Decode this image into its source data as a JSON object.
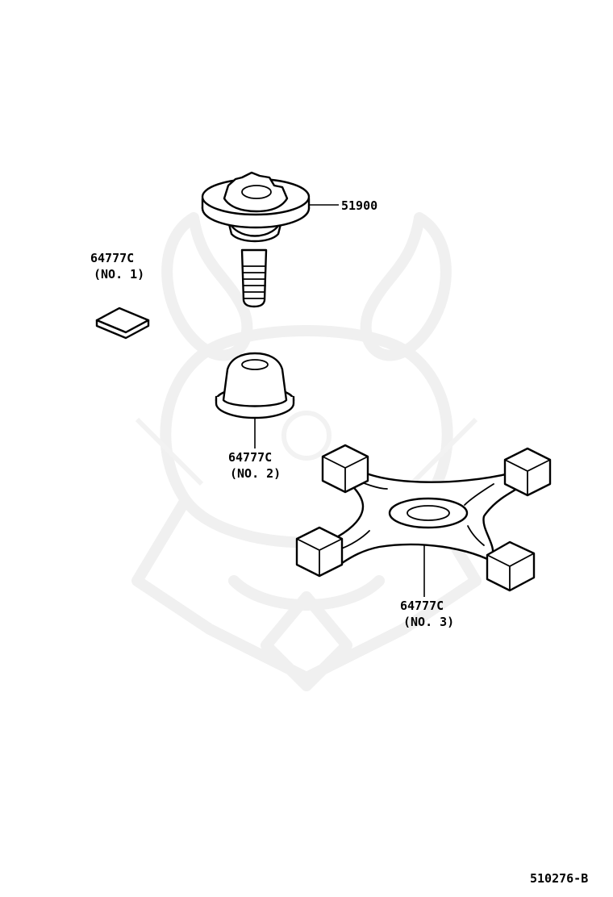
{
  "callouts": {
    "part_51900": "51900",
    "part_no1_code": "64777C",
    "part_no1_sub": "(NO. 1)",
    "part_no2_code": "64777C",
    "part_no2_sub": "(NO. 2)",
    "part_no3_code": "64777C",
    "part_no3_sub": "(NO. 3)"
  },
  "footer": {
    "diagram_code": "510276-B"
  },
  "colors": {
    "line": "#000000",
    "watermark": "#f0f0f0",
    "background": "#ffffff"
  }
}
